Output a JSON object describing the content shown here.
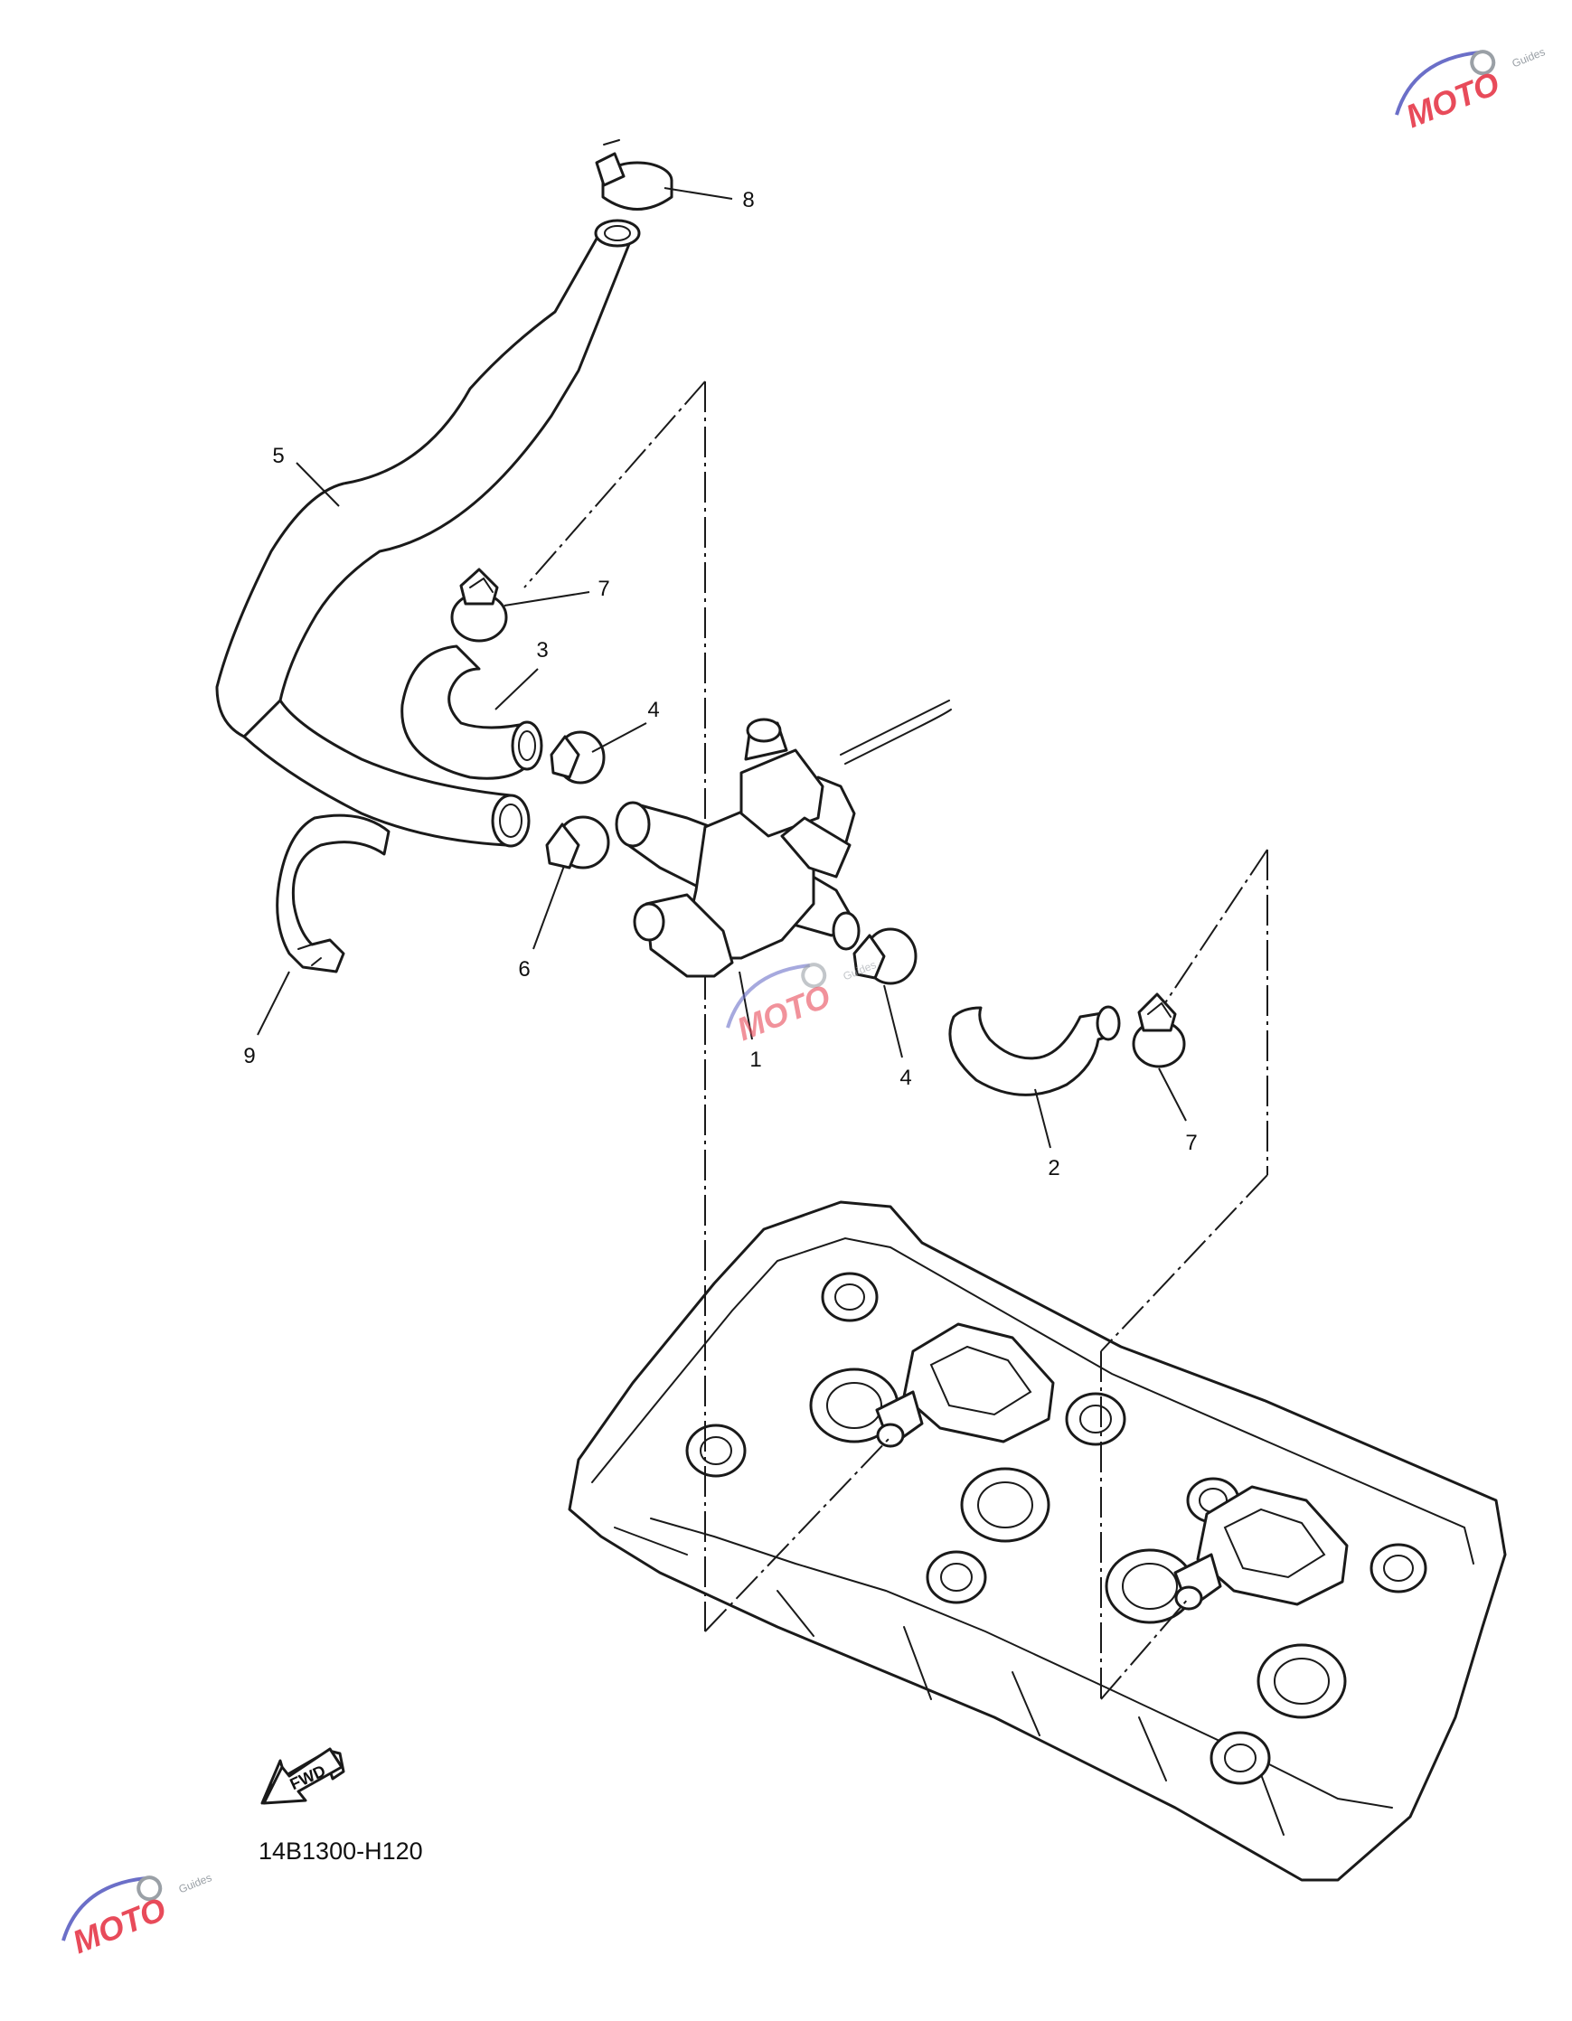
{
  "diagram": {
    "drawing_code": "14B1300-H120",
    "fwd_label": "FWD",
    "callouts": [
      {
        "id": "c8",
        "label": "8"
      },
      {
        "id": "c5",
        "label": "5"
      },
      {
        "id": "c7a",
        "label": "7"
      },
      {
        "id": "c3",
        "label": "3"
      },
      {
        "id": "c4a",
        "label": "4"
      },
      {
        "id": "c6",
        "label": "6"
      },
      {
        "id": "c9",
        "label": "9"
      },
      {
        "id": "c1",
        "label": "1"
      },
      {
        "id": "c4b",
        "label": "4"
      },
      {
        "id": "c7b",
        "label": "7"
      },
      {
        "id": "c2",
        "label": "2"
      }
    ]
  },
  "watermark": {
    "brand": "MOTO",
    "sub": "Guides",
    "colors": {
      "primary": "#e84b5a",
      "secondary": "#6b6fc8",
      "gear": "#9aa0a6"
    }
  }
}
